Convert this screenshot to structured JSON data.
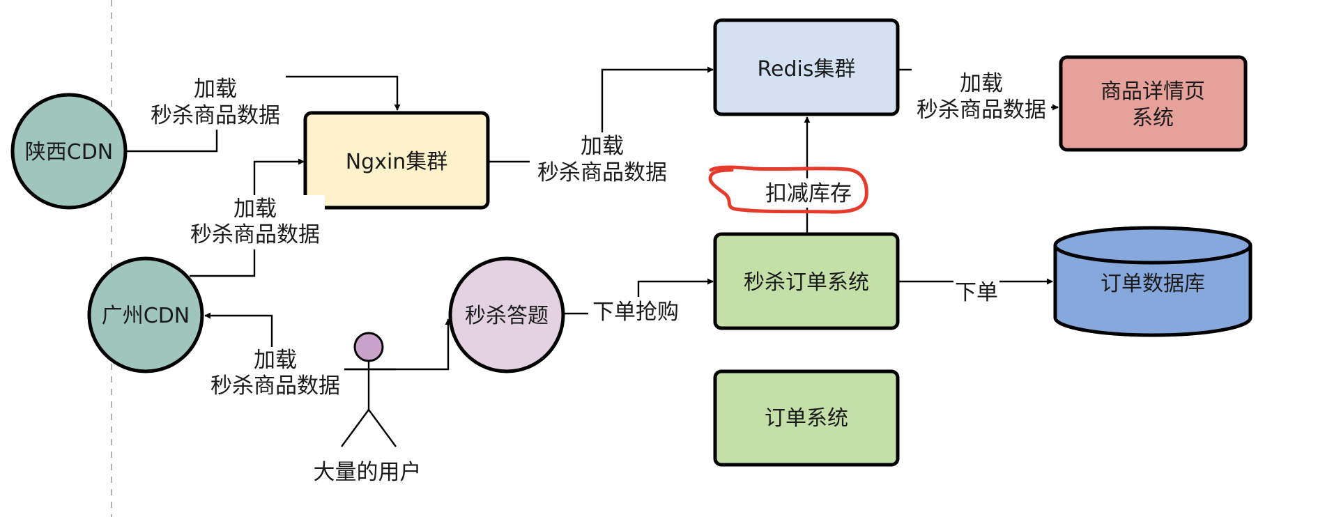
{
  "nodes": {
    "shaanxi_cdn": {
      "label": "陕西CDN",
      "color": "#9fc5bd"
    },
    "guangzhou_cdn": {
      "label": "广州CDN",
      "color": "#9fc5bd"
    },
    "nginx": {
      "label": "Ngxin集群",
      "color": "#fdf2cc"
    },
    "redis": {
      "label": "Redis集群",
      "color": "#d4e1f3"
    },
    "product_detail": {
      "line1": "商品详情页",
      "line2": "系统",
      "color": "#e6a19a"
    },
    "seckill_quiz": {
      "label": "秒杀答题",
      "color": "#e3d3e2"
    },
    "seckill_order": {
      "label": "秒杀订单系统",
      "color": "#c4e0a8"
    },
    "order_system": {
      "label": "订单系统",
      "color": "#c4e0a8"
    },
    "order_db": {
      "label": "订单数据库",
      "color": "#86a8dc"
    },
    "users": {
      "label": "大量的用户",
      "head_color": "#c8a2c8"
    }
  },
  "edges": {
    "load_line1": "加载",
    "load_line2": "秒杀商品数据",
    "deduct_stock": "扣减库存",
    "place_order_grab": "下单抢购",
    "place_order": "下单"
  },
  "annotation": {
    "circle_color": "#e53b2c"
  }
}
